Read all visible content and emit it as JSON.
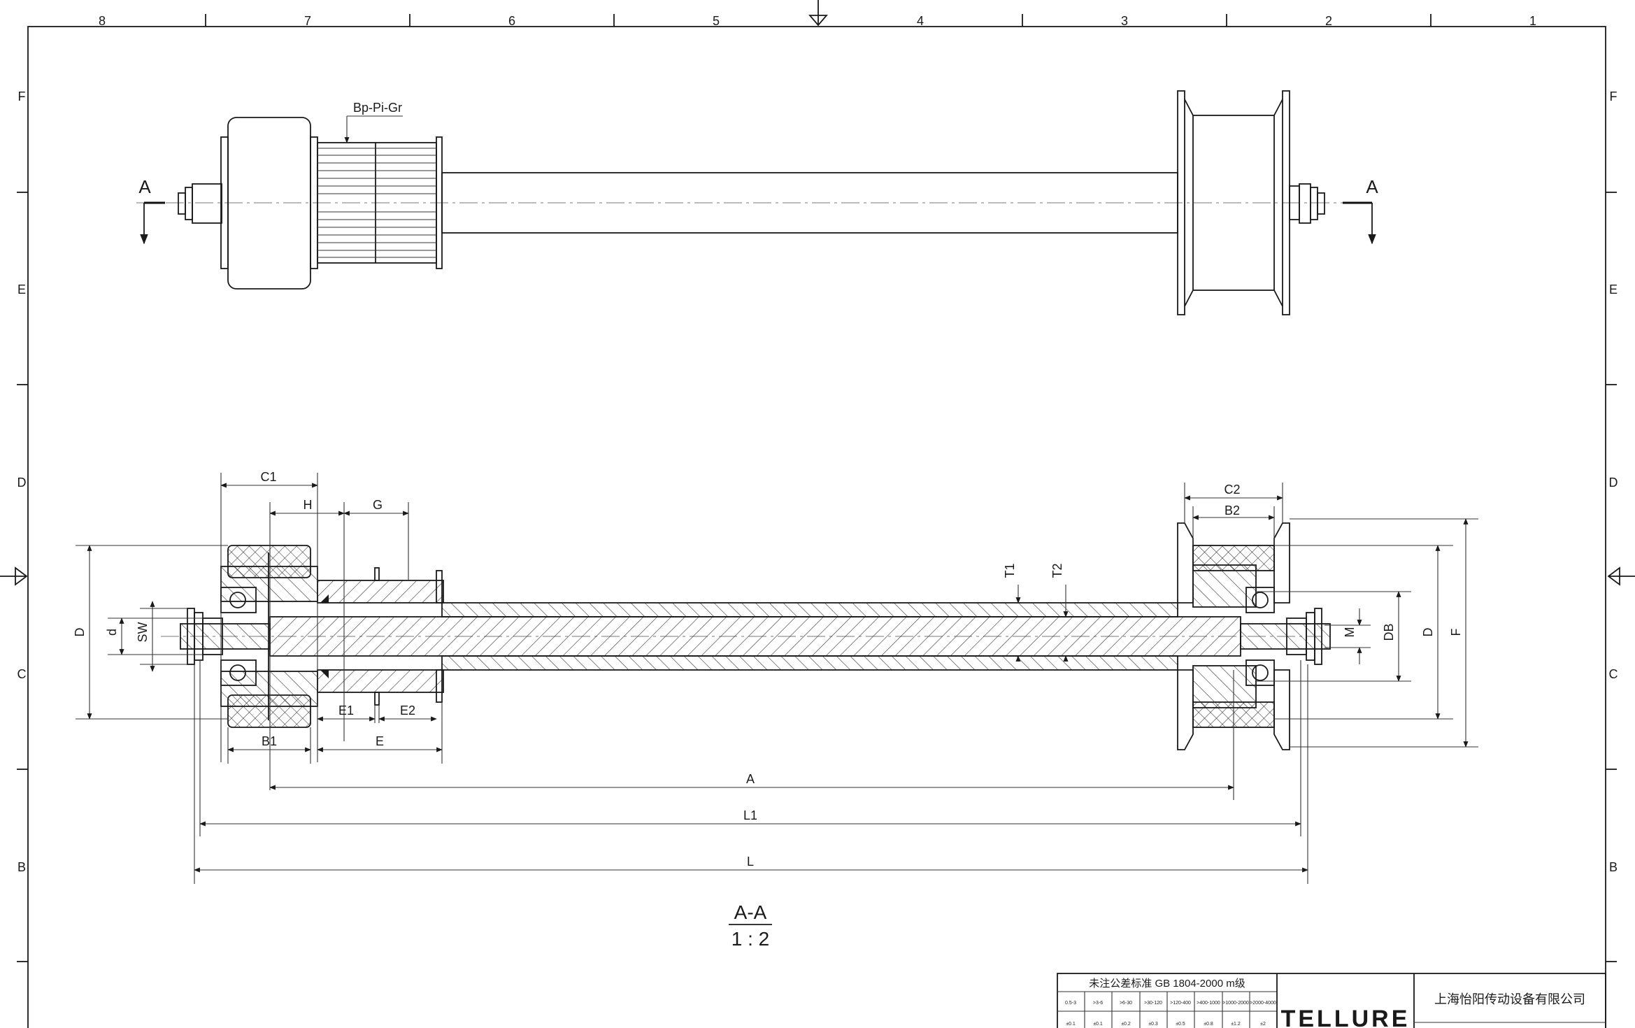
{
  "frame": {
    "column_numbers": [
      "8",
      "7",
      "6",
      "5",
      "4",
      "3",
      "2",
      "1"
    ],
    "row_letters": [
      "F",
      "E",
      "D",
      "C",
      "B"
    ]
  },
  "top_view": {
    "section_marker_left": "A",
    "section_marker_right": "A",
    "part_label": "Bp-Pi-Gr"
  },
  "section_view": {
    "dimensions": {
      "C1": "C1",
      "H": "H",
      "G": "G",
      "C2": "C2",
      "B2": "B2",
      "T1": "T1",
      "T2": "T2",
      "D_left": "D",
      "d": "d",
      "SW": "SW",
      "M": "M",
      "DB": "DB",
      "D_right": "D",
      "F": "F",
      "E1": "E1",
      "E2": "E2",
      "B1": "B1",
      "E": "E",
      "A": "A",
      "L1": "L1",
      "L": "L"
    },
    "section_title": "A-A",
    "scale": "1 : 2"
  },
  "title_block": {
    "tolerance_note": "未注公差标准 GB 1804-2000 m级",
    "ranges": [
      "0.5-3",
      ">3-6",
      ">6-30",
      ">30-120",
      ">120-400",
      ">400-1000",
      ">1000-2000",
      ">2000-4000"
    ],
    "tolerances": [
      "±0.1",
      "±0.1",
      "±0.2",
      "±0.3",
      "±0.5",
      "±0.8",
      "±1.2",
      "±2"
    ],
    "logo_text": "TELLURE",
    "company_name": "上海怡阳传动设备有限公司"
  }
}
